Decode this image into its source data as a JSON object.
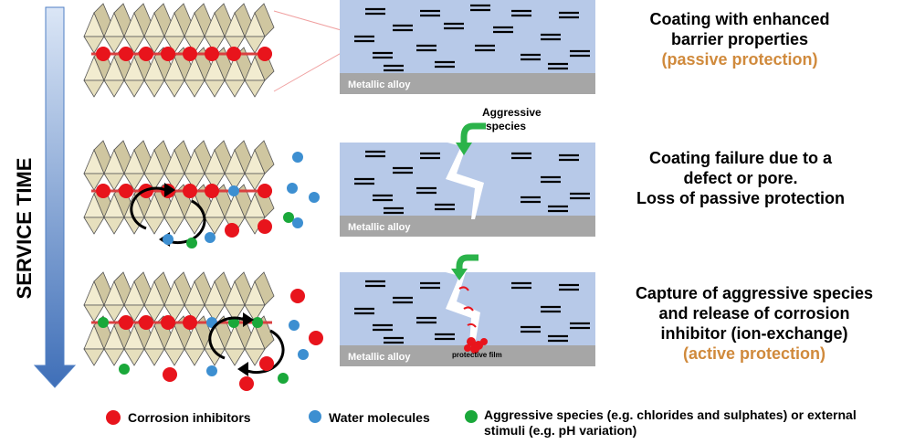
{
  "axis": {
    "label": "SERVICE TIME"
  },
  "panels": [
    {
      "substrate_label": "Metallic alloy",
      "caption_lines": [
        "Coating with enhanced",
        "barrier properties"
      ],
      "caption_accent": "(passive protection)"
    },
    {
      "substrate_label": "Metallic alloy",
      "attack_label_lines": [
        "Aggressive",
        "species"
      ],
      "caption_lines": [
        "Coating failure due to a",
        "defect or pore.",
        "Loss of passive protection"
      ],
      "caption_accent": ""
    },
    {
      "substrate_label": "Metallic alloy",
      "film_label": "protective film",
      "caption_lines": [
        "Capture of aggressive species",
        "and release of corrosion",
        "inhibitor (ion-exchange)"
      ],
      "caption_accent": "(active protection)"
    }
  ],
  "legend": [
    {
      "label": "Corrosion inhibitors",
      "color": "#e8141c"
    },
    {
      "label": "Water molecules",
      "color": "#3d8fd1"
    },
    {
      "label_lines": [
        "Aggressive species (e.g. chlorides and sulphates) or external",
        "stimuli (e.g. pH variation)"
      ],
      "color": "#1aa83a"
    }
  ],
  "colors": {
    "coating": "#b7c9e8",
    "substrate": "#a6a6a6",
    "octahedron_light": "#f2ecd0",
    "octahedron_dark": "#cfc6a0",
    "arrow_green": "#2bb34a",
    "time_arrow": "#4f7fc4"
  }
}
